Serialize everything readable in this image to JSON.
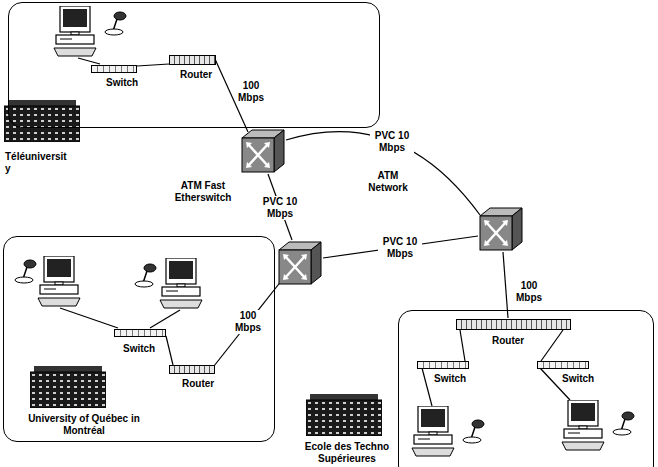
{
  "diagram": {
    "nodes": [
      {
        "text": [
          "Téléuniversit y"
        ]
      },
      {
        "text": [
          "Router"
        ],
        "in": 0
      },
      {
        "text": [
          "Switch"
        ],
        "in": 0
      },
      {
        "text": [
          "ATM Network"
        ]
      },
      {
        "text": [
          "University of Québec in Montréal"
        ]
      },
      {
        "text": [
          "Switch"
        ],
        "in": 4
      },
      {
        "text": [
          "Router"
        ],
        "in": 4
      },
      {
        "text": [
          "Ecole des Techno Supérieures"
        ]
      },
      {
        "text": [
          "Router"
        ],
        "in": 7
      },
      {
        "text": [
          "Switch"
        ],
        "in": 7
      },
      {
        "text": [
          "Switch"
        ],
        "in": 7
      }
    ],
    "edges": [
      {
        "from": 2,
        "to": 1,
        "arrow": "none"
      },
      {
        "from": 5,
        "to": 6,
        "arrow": "none"
      },
      {
        "from": 8,
        "to": 9,
        "arrow": "none"
      },
      {
        "from": 8,
        "to": 10,
        "arrow": "none"
      }
    ],
    "labels": [
      "100 Mbps",
      "ATM Fast Etherswitch",
      "PVC 10 Mbps",
      "PVC 10 Mbps",
      "PVC 10 Mbps",
      "100 Mbps",
      "100 Mbps"
    ]
  }
}
